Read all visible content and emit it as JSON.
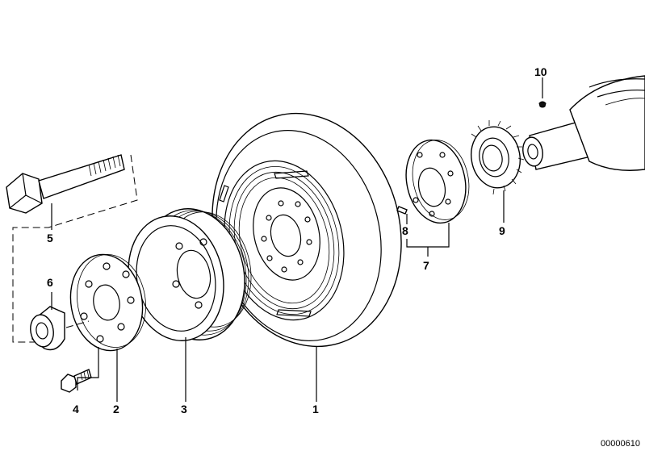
{
  "diagram": {
    "callouts": [
      {
        "id": "1",
        "label": "1"
      },
      {
        "id": "2",
        "label": "2"
      },
      {
        "id": "3",
        "label": "3"
      },
      {
        "id": "4",
        "label": "4"
      },
      {
        "id": "5",
        "label": "5"
      },
      {
        "id": "6",
        "label": "6"
      },
      {
        "id": "7",
        "label": "7"
      },
      {
        "id": "8",
        "label": "8"
      },
      {
        "id": "9",
        "label": "9"
      },
      {
        "id": "10",
        "label": "10"
      }
    ],
    "document_id": "00000610"
  }
}
